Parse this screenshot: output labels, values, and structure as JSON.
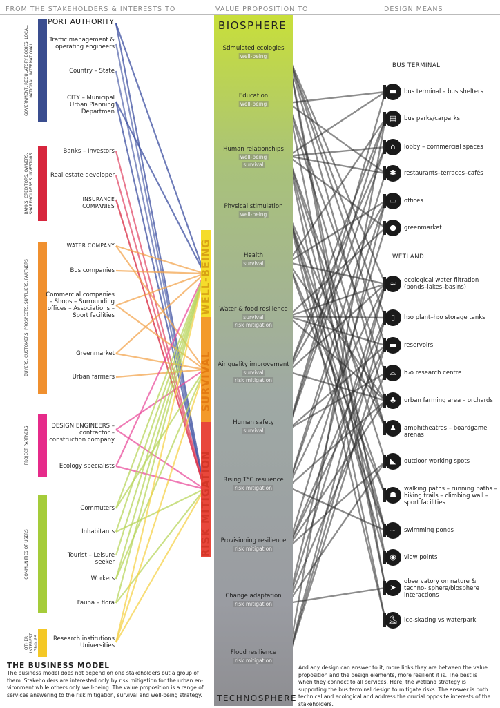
{
  "headers": {
    "left": "FROM THE STAKEHOLDERS & INTERESTS TO",
    "middle": "VALUE PROPOSITION TO",
    "right": "DESIGN MEANS"
  },
  "top_label": "BIOSPHERE",
  "bottom_label": "TECHNOSPHERE",
  "strategies": {
    "well_being": {
      "label": "WELL-BEING",
      "color": "#f5dc2b"
    },
    "survival": {
      "label": "SURVIVAL",
      "color": "#f39a2b"
    },
    "risk_mitigation": {
      "label": "RISK MITIGATION",
      "color": "#e8473b"
    }
  },
  "groups": [
    {
      "label": "GOVERNMENT, REGULATORY BODIES: LOCAL, NATIONAL, INTERNATIONAL",
      "color": "#3a4d8f"
    },
    {
      "label": "BANKS, CREDITORS, OWNERS, SHAREHOLDERS & INVESTORS",
      "color": "#d7263d"
    },
    {
      "label": "BUYERS, CUSTOMERS, PROSPECTS, SUPPLIERS, PARTNERS",
      "color": "#f0902f"
    },
    {
      "label": "PROJECT PARTNERS",
      "color": "#e62b8a"
    },
    {
      "label": "COMMUNITIES OF USERS",
      "color": "#a5cc3a"
    },
    {
      "label": "OTHER INTEREST GROUPS",
      "color": "#f4c825"
    }
  ],
  "stakeholders": [
    {
      "label": "PORT AUTHORITY",
      "group": 0,
      "line_color": "#3c4fa0"
    },
    {
      "label": "Traffic management & operating engineers",
      "group": 0,
      "line_color": "#5d6db0"
    },
    {
      "label": "Country – State",
      "group": 0,
      "line_color": "#5d6db0"
    },
    {
      "label": "CITY – Municipal Urban Planning Departmen",
      "group": 0,
      "line_color": "#3c4fa0"
    },
    {
      "label": "Banks – Investors",
      "group": 1,
      "line_color": "#e24c6a"
    },
    {
      "label": "Real estate developer",
      "group": 1,
      "line_color": "#e24c6a"
    },
    {
      "label": "INSURANCE COMPANIES",
      "group": 1,
      "line_color": "#d7263d"
    },
    {
      "label": "WATER COMPANY",
      "group": 2,
      "line_color": "#f3a550"
    },
    {
      "label": "Bus companies",
      "group": 2,
      "line_color": "#f3a550"
    },
    {
      "label": "Commercial companies – Shops – Surrounding offices – Associations – Sport facilities",
      "group": 2,
      "line_color": "#f3a550"
    },
    {
      "label": "Greenmarket",
      "group": 2,
      "line_color": "#f3a550"
    },
    {
      "label": "Urban farmers",
      "group": 2,
      "line_color": "#f3a550"
    },
    {
      "label": "DESIGN ENGINEERS – contractor – construction company",
      "group": 3,
      "line_color": "#ea4f9c"
    },
    {
      "label": "Ecology specialists",
      "group": 3,
      "line_color": "#ea4f9c"
    },
    {
      "label": "Commuters",
      "group": 4,
      "line_color": "#b8d65d"
    },
    {
      "label": "Inhabitants",
      "group": 4,
      "line_color": "#b8d65d"
    },
    {
      "label": "Tourist – Leisure seeker",
      "group": 4,
      "line_color": "#b8d65d"
    },
    {
      "label": "Workers",
      "group": 4,
      "line_color": "#b8d65d"
    },
    {
      "label": "Fauna – flora",
      "group": 4,
      "line_color": "#b8d65d"
    },
    {
      "label": "Research institutions Universities",
      "group": 5,
      "line_color": "#f5d24a"
    }
  ],
  "value_propositions": [
    {
      "label": "Stimulated ecologies",
      "tags": [
        "well-being"
      ]
    },
    {
      "label": "Education",
      "tags": [
        "well-being"
      ]
    },
    {
      "label": "Human relationships",
      "tags": [
        "well-being",
        "survival"
      ]
    },
    {
      "label": "Physical stimulation",
      "tags": [
        "well-being"
      ]
    },
    {
      "label": "Health",
      "tags": [
        "survival"
      ]
    },
    {
      "label": "Water & food resilience",
      "tags": [
        "survival",
        "risk mitigation"
      ]
    },
    {
      "label": "Air quality improvement",
      "tags": [
        "survival",
        "risk mitigation"
      ]
    },
    {
      "label": "Human safety",
      "tags": [
        "survival"
      ]
    },
    {
      "label": "Rising T°C resilience",
      "tags": [
        "risk mitigation"
      ]
    },
    {
      "label": "Provisioning resilience",
      "tags": [
        "risk mitigation"
      ]
    },
    {
      "label": "Change adaptation",
      "tags": [
        "risk mitigation"
      ]
    },
    {
      "label": "Flood resilience",
      "tags": [
        "risk mitigation"
      ]
    }
  ],
  "sections": {
    "bus_terminal": "BUS TERMINAL",
    "wetland": "WETLAND"
  },
  "design_means": [
    {
      "label": "bus terminal – bus shelters",
      "icon": "bus-icon",
      "glyph": "▬"
    },
    {
      "label": "bus parks/carparks",
      "icon": "parking-icon",
      "glyph": "▤"
    },
    {
      "label": "lobby – commercial spaces",
      "icon": "shopping-bag-icon",
      "glyph": "⌂"
    },
    {
      "label": "restaurants–terraces–cafés",
      "icon": "restaurant-icon",
      "glyph": "✱"
    },
    {
      "label": "offices",
      "icon": "office-icon",
      "glyph": "▭"
    },
    {
      "label": "greenmarket",
      "icon": "apple-icon",
      "glyph": "●"
    },
    {
      "label": "ecological water filtration (ponds–lakes–basins)",
      "icon": "water-waves-icon",
      "glyph": "≈"
    },
    {
      "label": "h₂o plant–h₂o storage tanks",
      "icon": "tank-icon",
      "glyph": "▯"
    },
    {
      "label": "reservoirs",
      "icon": "reservoir-icon",
      "glyph": "▬"
    },
    {
      "label": "h₂o research centre",
      "icon": "research-icon",
      "glyph": "⌓"
    },
    {
      "label": "urban farming area – orchards",
      "icon": "tree-icon",
      "glyph": "♣"
    },
    {
      "label": "amphitheatres – boardgame arenas",
      "icon": "chess-icon",
      "glyph": "♟"
    },
    {
      "label": "outdoor working spots",
      "icon": "laptop-icon",
      "glyph": "◣"
    },
    {
      "label": "walking paths – running paths –hiking trails – climbing wall – sport facilities",
      "icon": "hiker-icon",
      "glyph": "☗"
    },
    {
      "label": "swimming ponds",
      "icon": "swimmer-icon",
      "glyph": "~"
    },
    {
      "label": "view points",
      "icon": "binoculars-icon",
      "glyph": "◉"
    },
    {
      "label": "observatory on nature & techno- sphere/biosphere interactions",
      "icon": "bird-icon",
      "glyph": "➤"
    },
    {
      "label": "ice-skating vs waterpark",
      "icon": "skater-icon",
      "glyph": "⛸"
    }
  ],
  "business_model": {
    "title": "THE BUSINESS MODEL",
    "text": "The business model does not depend on one stakeholders but a group of them. Stakeholders are interested only by risk mitigation for the urban en- vironment while others only well-being. The value proposition is a range of services answering to the risk mitigation, survival and well-being strategy."
  },
  "note": "And any design can answer to it, more links they are between the value proposition and the design elements, more resilient it is. The best is when they connect to all services. Here, the wetland strategy is supporting the bus terminal design to mitigate risks. The answer is both technical and ecological and address the crucial opposite interests of the stakeholders.",
  "links_stakeholder_strategy": [
    [
      0,
      "risk_mitigation"
    ],
    [
      0,
      "well_being"
    ],
    [
      1,
      "risk_mitigation"
    ],
    [
      2,
      "risk_mitigation"
    ],
    [
      3,
      "risk_mitigation"
    ],
    [
      3,
      "well_being"
    ],
    [
      4,
      "risk_mitigation"
    ],
    [
      5,
      "risk_mitigation"
    ],
    [
      6,
      "risk_mitigation"
    ],
    [
      7,
      "survival"
    ],
    [
      7,
      "well_being"
    ],
    [
      8,
      "well_being"
    ],
    [
      9,
      "well_being"
    ],
    [
      9,
      "survival"
    ],
    [
      10,
      "survival"
    ],
    [
      10,
      "well_being"
    ],
    [
      11,
      "survival"
    ],
    [
      12,
      "risk_mitigation"
    ],
    [
      12,
      "survival"
    ],
    [
      13,
      "risk_mitigation"
    ],
    [
      13,
      "well_being"
    ],
    [
      14,
      "well_being"
    ],
    [
      14,
      "survival"
    ],
    [
      15,
      "well_being"
    ],
    [
      15,
      "risk_mitigation"
    ],
    [
      16,
      "well_being"
    ],
    [
      17,
      "survival"
    ],
    [
      17,
      "well_being"
    ],
    [
      18,
      "risk_mitigation"
    ],
    [
      18,
      "well_being"
    ],
    [
      19,
      "well_being"
    ],
    [
      19,
      "risk_mitigation"
    ],
    [
      19,
      "survival"
    ]
  ],
  "links_value_design": [
    [
      0,
      6
    ],
    [
      0,
      7
    ],
    [
      0,
      8
    ],
    [
      0,
      10
    ],
    [
      0,
      15
    ],
    [
      0,
      16
    ],
    [
      1,
      0
    ],
    [
      1,
      9
    ],
    [
      1,
      16
    ],
    [
      1,
      11
    ],
    [
      1,
      3
    ],
    [
      2,
      0
    ],
    [
      2,
      2
    ],
    [
      2,
      3
    ],
    [
      2,
      5
    ],
    [
      2,
      11
    ],
    [
      2,
      12
    ],
    [
      2,
      14
    ],
    [
      2,
      17
    ],
    [
      3,
      11
    ],
    [
      3,
      13
    ],
    [
      3,
      14
    ],
    [
      3,
      17
    ],
    [
      3,
      15
    ],
    [
      4,
      1
    ],
    [
      4,
      6
    ],
    [
      4,
      13
    ],
    [
      4,
      14
    ],
    [
      4,
      10
    ],
    [
      4,
      4
    ],
    [
      5,
      5
    ],
    [
      5,
      6
    ],
    [
      5,
      7
    ],
    [
      5,
      8
    ],
    [
      5,
      10
    ],
    [
      6,
      1
    ],
    [
      6,
      6
    ],
    [
      6,
      10
    ],
    [
      6,
      4
    ],
    [
      6,
      2
    ],
    [
      7,
      0
    ],
    [
      7,
      1
    ],
    [
      7,
      2
    ],
    [
      7,
      8
    ],
    [
      7,
      9
    ],
    [
      8,
      3
    ],
    [
      8,
      6
    ],
    [
      8,
      10
    ],
    [
      8,
      14
    ],
    [
      8,
      4
    ],
    [
      9,
      5
    ],
    [
      9,
      7
    ],
    [
      9,
      8
    ],
    [
      9,
      10
    ],
    [
      9,
      12
    ],
    [
      10,
      6
    ],
    [
      10,
      9
    ],
    [
      10,
      4
    ],
    [
      10,
      12
    ],
    [
      10,
      16
    ],
    [
      11,
      6
    ],
    [
      11,
      7
    ],
    [
      11,
      8
    ],
    [
      11,
      1
    ]
  ]
}
